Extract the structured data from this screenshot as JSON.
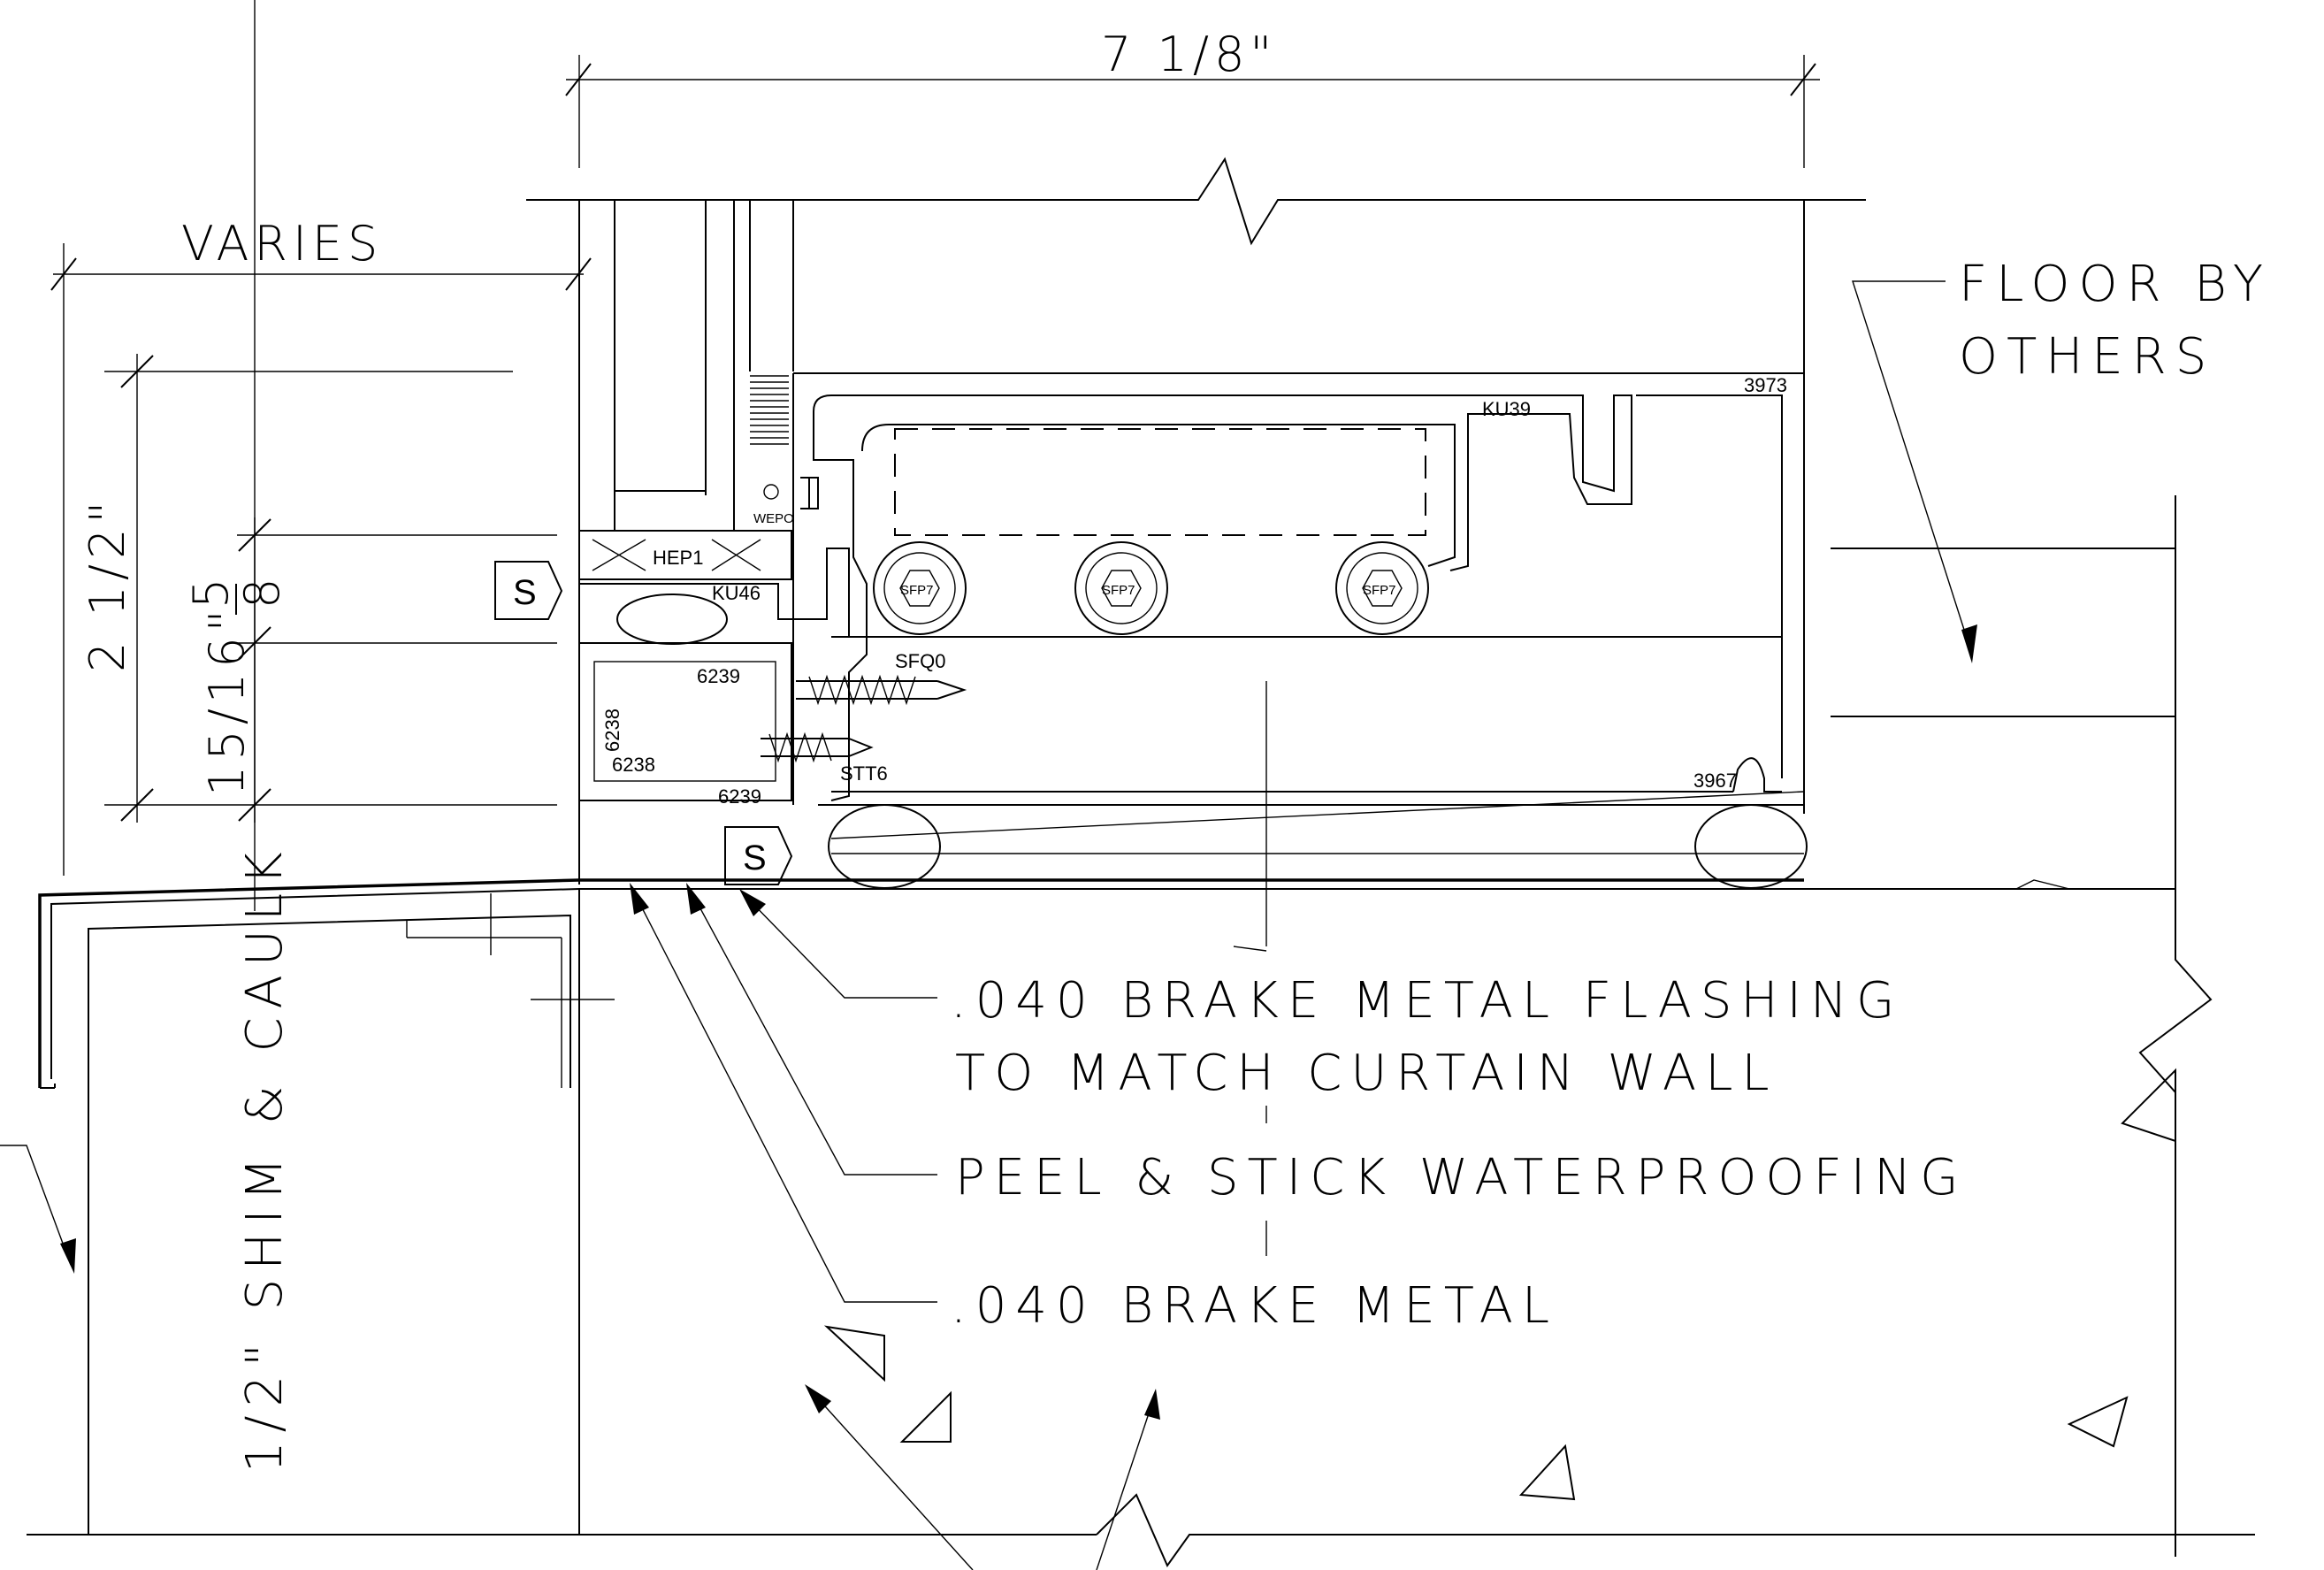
{
  "dimensions": {
    "overall_width": "7 1/8\"",
    "varies": "VARIES",
    "height_total": "2 1/2\"",
    "height_five_eighths_num": "5",
    "height_five_eighths_den": "8",
    "height_fifteen_sixteenths": "15/16\""
  },
  "notes": {
    "floor_line1": "FLOOR BY",
    "floor_line2": "OTHERS",
    "flashing_line1": ".040 BRAKE METAL FLASHING",
    "flashing_line2": "TO MATCH CURTAIN WALL",
    "waterproofing": "PEEL & STICK WATERPROOFING",
    "brake_metal": ".040 BRAKE METAL",
    "shim_caulk": "1/2\" SHIM & CAULK"
  },
  "parts": {
    "p3973": "3973",
    "ku39": "KU39",
    "wepo": "WEPO",
    "hep1": "HEP1",
    "ku46": "KU46",
    "sfp7": "SFP7",
    "sfq0": "SFQ0",
    "p6239a": "6239",
    "p6238v": "6238",
    "p6238h": "6238",
    "p6239b": "6239",
    "stt6": "STT6",
    "p3967": "3967"
  },
  "sealant_tags": {
    "upper": "S",
    "lower": "S"
  }
}
